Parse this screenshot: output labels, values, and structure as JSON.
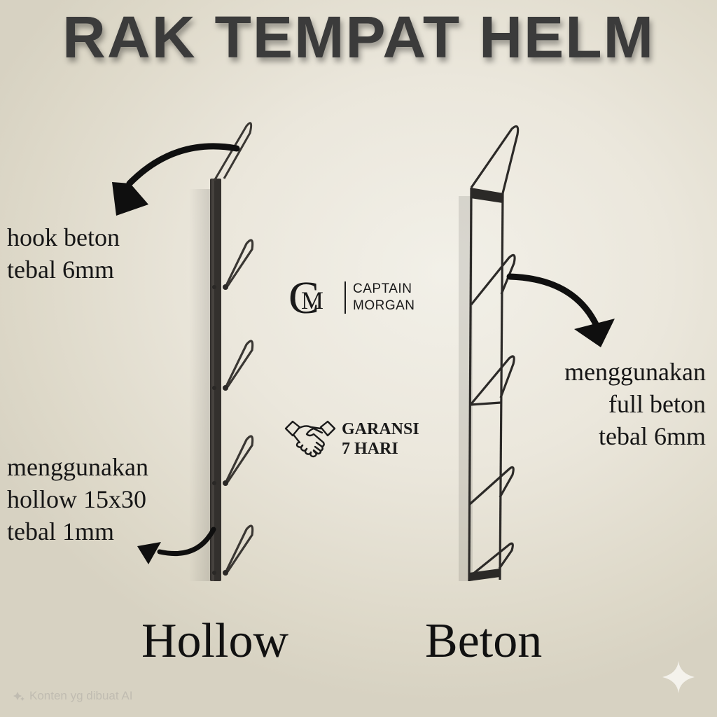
{
  "header": {
    "title": "RAK TEMPAT HELM"
  },
  "brand": {
    "monogram": {
      "letter_c": "C",
      "letter_m": "M"
    },
    "name_line1": "CAPTAIN",
    "name_line2": "MORGAN",
    "icon": "cm-monogram-logo"
  },
  "warranty": {
    "icon": "handshake-icon",
    "line1": "GARANSI",
    "line2": "7 HARI"
  },
  "left_product": {
    "name": "Hollow",
    "annotations": [
      {
        "lines": [
          "hook beton",
          "tebal 6mm"
        ],
        "arrow": "curved-arrow-left-down"
      },
      {
        "lines": [
          "menggunakan",
          "hollow 15x30",
          "tebal 1mm"
        ],
        "arrow": "curved-arrow-left"
      }
    ],
    "hooks": 5
  },
  "right_product": {
    "name": "Beton",
    "annotations": [
      {
        "lines": [
          "menggunakan",
          "full beton",
          "tebal 6mm"
        ],
        "arrow": "curved-arrow-right-down"
      }
    ],
    "hooks": 5
  },
  "watermark": {
    "text": "Konten yg dibuat AI",
    "icon": "ai-sparkle-icon"
  },
  "colors": {
    "background": "#ebe7dc",
    "title": "#3b3b3b",
    "metal": "#2e2c2a",
    "text": "#161616"
  }
}
